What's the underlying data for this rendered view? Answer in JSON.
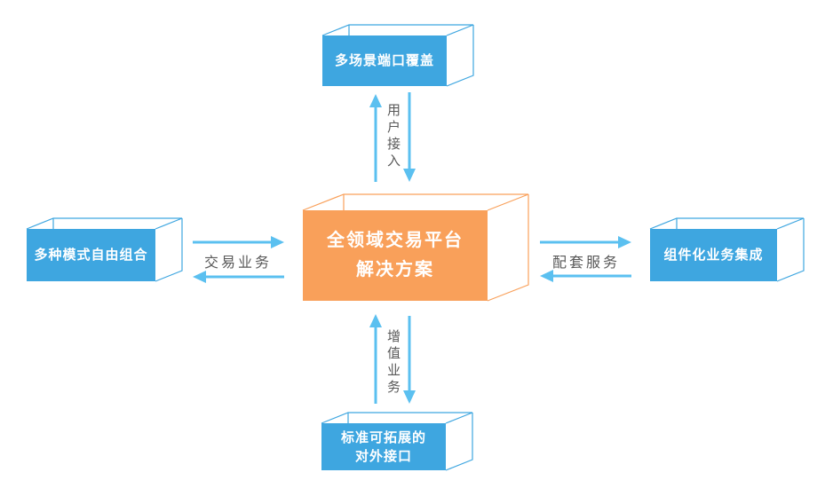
{
  "diagram": {
    "center_node": {
      "line1": "全领域交易平台",
      "line2": "解决方案"
    },
    "top_node": {
      "label": "多场景端口覆盖"
    },
    "left_node": {
      "label": "多种模式自由组合"
    },
    "right_node": {
      "label": "组件化业务集成"
    },
    "bottom_node": {
      "line1": "标准可拓展的",
      "line2": "对外接口"
    },
    "edge_labels": {
      "top": "用户接入",
      "left": "交易业务",
      "right": "配套服务",
      "bottom": "增值业务"
    },
    "colors": {
      "node_fill": "#3EA6E0",
      "center_fill": "#F9A05A",
      "arrow": "#5BC0F0",
      "edge_text": "#595959",
      "node_text": "#FFFFFF",
      "background": "#FFFFFF"
    }
  }
}
